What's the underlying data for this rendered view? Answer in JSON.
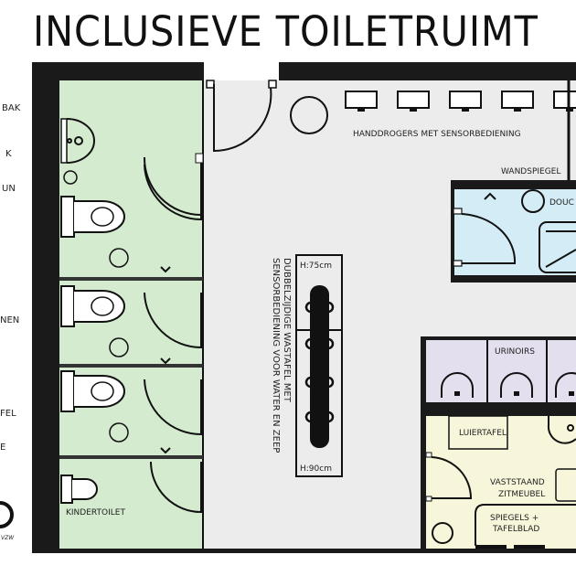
{
  "title": "INCLUSIEVE TOILETRUIMT",
  "side_labels": [
    "BAK",
    "K",
    "UN",
    "NEN",
    "FEL",
    "E"
  ],
  "labels": {
    "hand_dryers": "HANDDROGERS MET SENSORBEDIENING",
    "wall_mirror": "WANDSPIEGEL",
    "shower": "DOUC",
    "sink_line1": "DUBBELZIJDIGE WASTAFEL MET",
    "sink_line2": "SENSORBEDIENING VOOR WATER EN ZEEP",
    "sink_height_top": "H:75cm",
    "sink_height_bottom": "H:90cm",
    "urinals": "URINOIRS",
    "changing_table": "LUIERTAFEL",
    "seat_line1": "VASTSTAAND",
    "seat_line2": "ZITMEUBEL",
    "mirror_line1": "SPIEGELS +",
    "mirror_line2": "TAFELBLAD",
    "child_toilet": "KINDERTOILET",
    "logo_text": "VZW"
  },
  "colors": {
    "stalls": "#d4ebcf",
    "corridor": "#ececec",
    "shower": "#d3ecf5",
    "urinals": "#e3dfef",
    "family_room": "#f8f6da",
    "walls": "#1a1a1a"
  }
}
